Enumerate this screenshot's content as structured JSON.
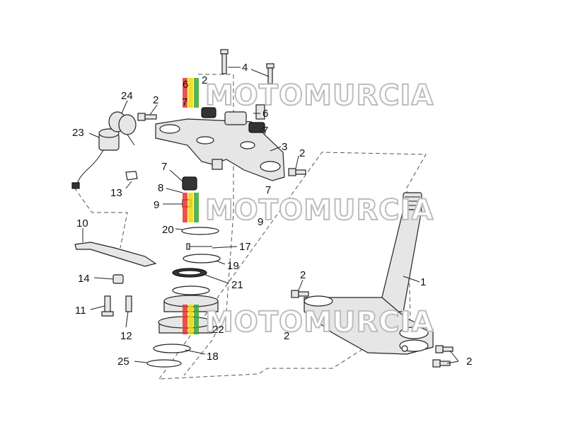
{
  "watermark": {
    "text": "MOTOMURCIA"
  },
  "callouts": {
    "c1": "1",
    "c2a": "2",
    "c2b": "2",
    "c2c": "2",
    "c2d": "2",
    "c2e": "2",
    "c2f": "2",
    "c3": "3",
    "c4": "4",
    "c6a": "6",
    "c6b": "6",
    "c7a": "7",
    "c7b": "7",
    "c7c": "7",
    "c7d": "7",
    "c8": "8",
    "c9a": "9",
    "c9b": "9",
    "c10": "10",
    "c11": "11",
    "c12": "12",
    "c13": "13",
    "c14": "14",
    "c17": "17",
    "c18": "18",
    "c19": "19",
    "c20": "20",
    "c21": "21",
    "c22": "22",
    "c23": "23",
    "c24": "24",
    "c25": "25"
  },
  "colors": {
    "watermark_red": "#e8362b",
    "watermark_yellow": "#f2d40a",
    "watermark_green": "#3aa535",
    "watermark_gray": "#bdbdbd"
  }
}
